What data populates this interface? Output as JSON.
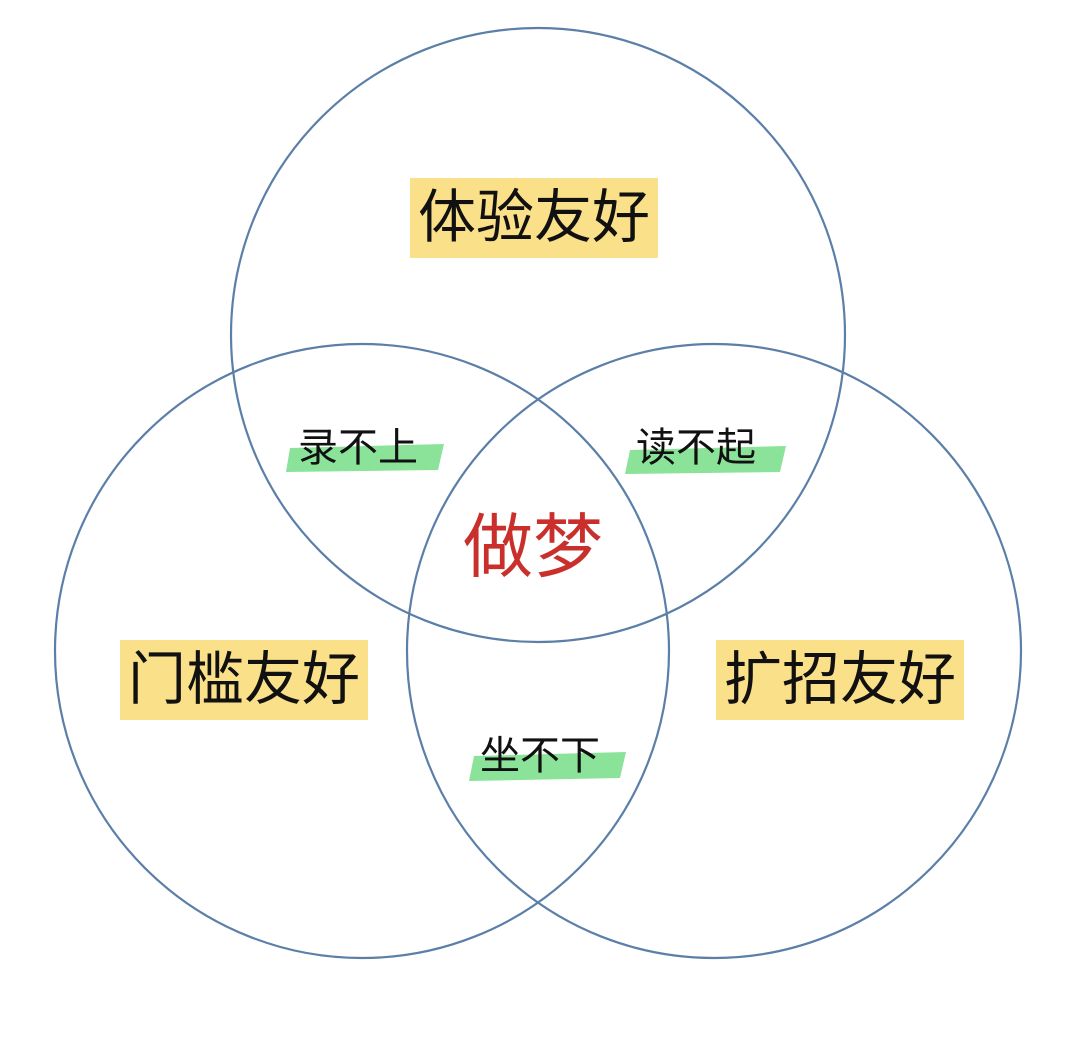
{
  "colors": {
    "circle_stroke": "#5b7fa8",
    "big_highlight": "#fbe08a",
    "small_highlight": "#8be39a",
    "center_text": "#c9302c",
    "text": "#111111"
  },
  "sets": [
    {
      "id": "top",
      "label": "体验友好"
    },
    {
      "id": "left",
      "label": "门槛友好"
    },
    {
      "id": "right",
      "label": "扩招友好"
    }
  ],
  "intersections": [
    {
      "between": [
        "top",
        "left"
      ],
      "label": "录不上"
    },
    {
      "between": [
        "top",
        "right"
      ],
      "label": "读不起"
    },
    {
      "between": [
        "left",
        "right"
      ],
      "label": "坐不下"
    }
  ],
  "center": {
    "label": "做梦"
  }
}
